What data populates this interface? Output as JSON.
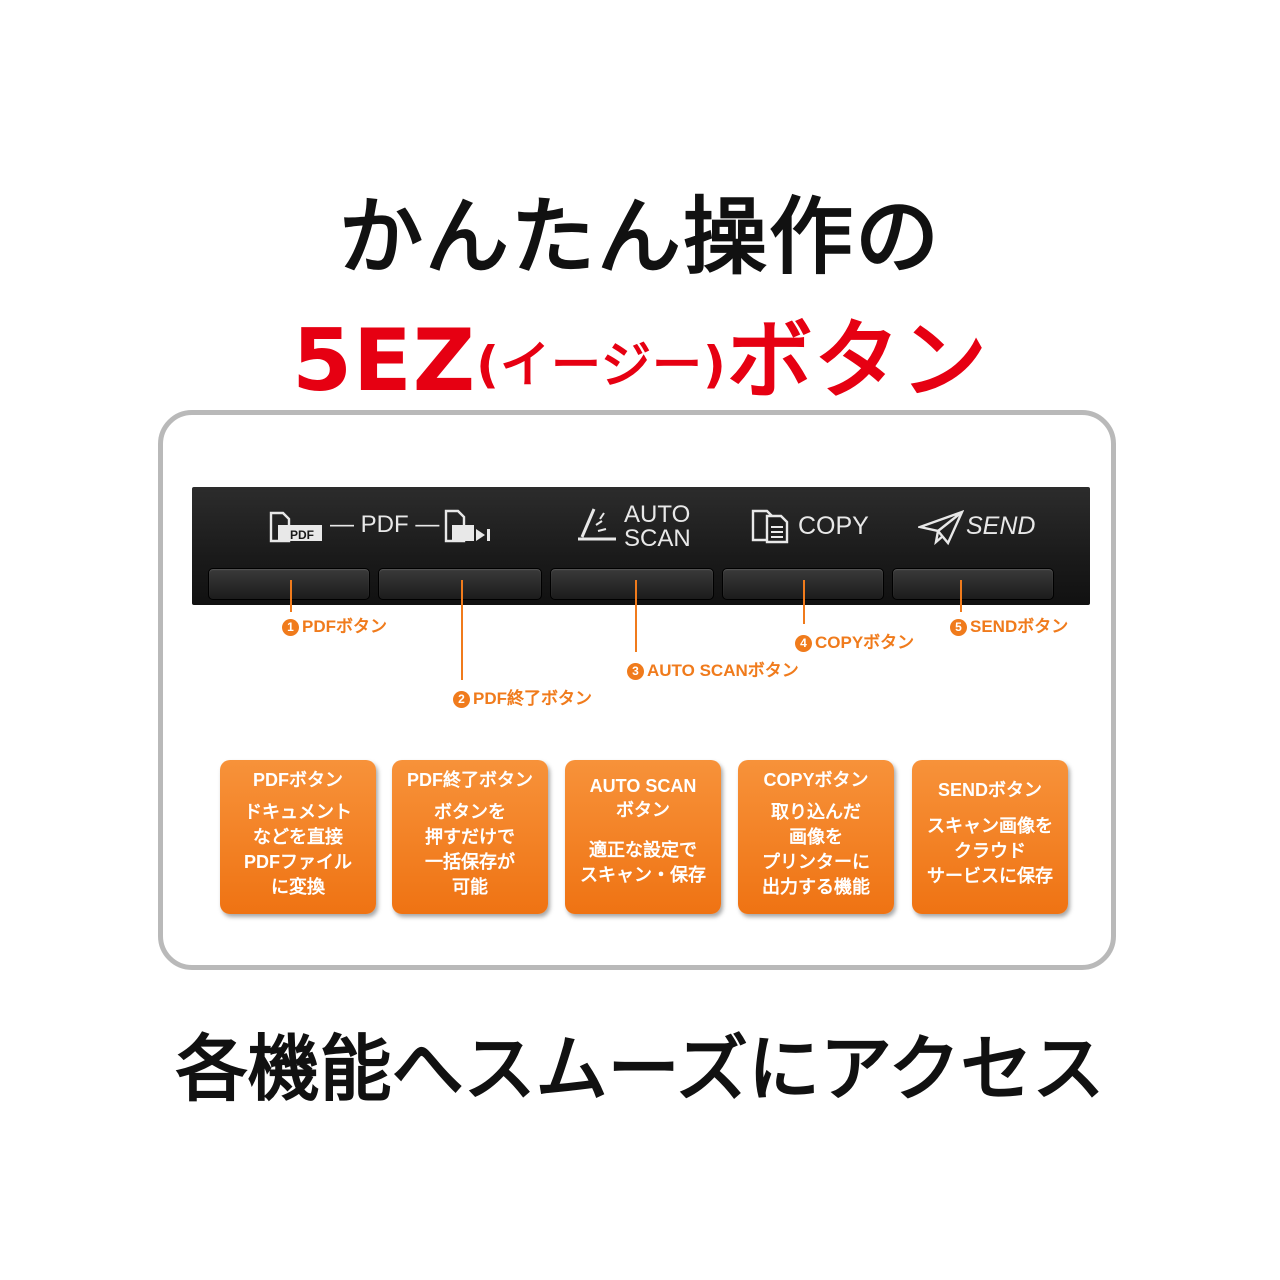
{
  "heading": {
    "line1": "かんたん操作の",
    "line2_main": "5EZ",
    "line2_paren": "(イージー)",
    "line2_tail": "ボタン"
  },
  "bar": {
    "pdf_label": "PDF",
    "pdf_group": "— PDF —",
    "auto_line1": "AUTO",
    "auto_line2": "SCAN",
    "copy_label": "COPY",
    "send_label": "SEND"
  },
  "callouts": [
    {
      "num": "1",
      "text": "PDFボタン"
    },
    {
      "num": "2",
      "text": "PDF終了ボタン"
    },
    {
      "num": "3",
      "text": "AUTO SCANボタン"
    },
    {
      "num": "4",
      "text": "COPYボタン"
    },
    {
      "num": "5",
      "text": "SENDボタン"
    }
  ],
  "cards": [
    {
      "title": "PDFボタン",
      "body": [
        "ドキュメント",
        "などを直接",
        "PDFファイル",
        "に変換"
      ]
    },
    {
      "title": "PDF終了ボタン",
      "body": [
        "ボタンを",
        "押すだけで",
        "一括保存が",
        "可能"
      ]
    },
    {
      "title": "AUTO SCAN",
      "title2": "ボタン",
      "body": [
        "適正な設定で",
        "スキャン・保存"
      ]
    },
    {
      "title": "COPYボタン",
      "body": [
        "取り込んだ",
        "画像を",
        "プリンターに",
        "出力する機能"
      ]
    },
    {
      "title": "SENDボタン",
      "body": [
        "スキャン画像を",
        "クラウド",
        "サービスに保存"
      ]
    }
  ],
  "footer": "各機能へスムーズにアクセス",
  "colors": {
    "accent": "#f07b1c",
    "heading_red": "#e60012",
    "bar": "#1d1d1d"
  }
}
